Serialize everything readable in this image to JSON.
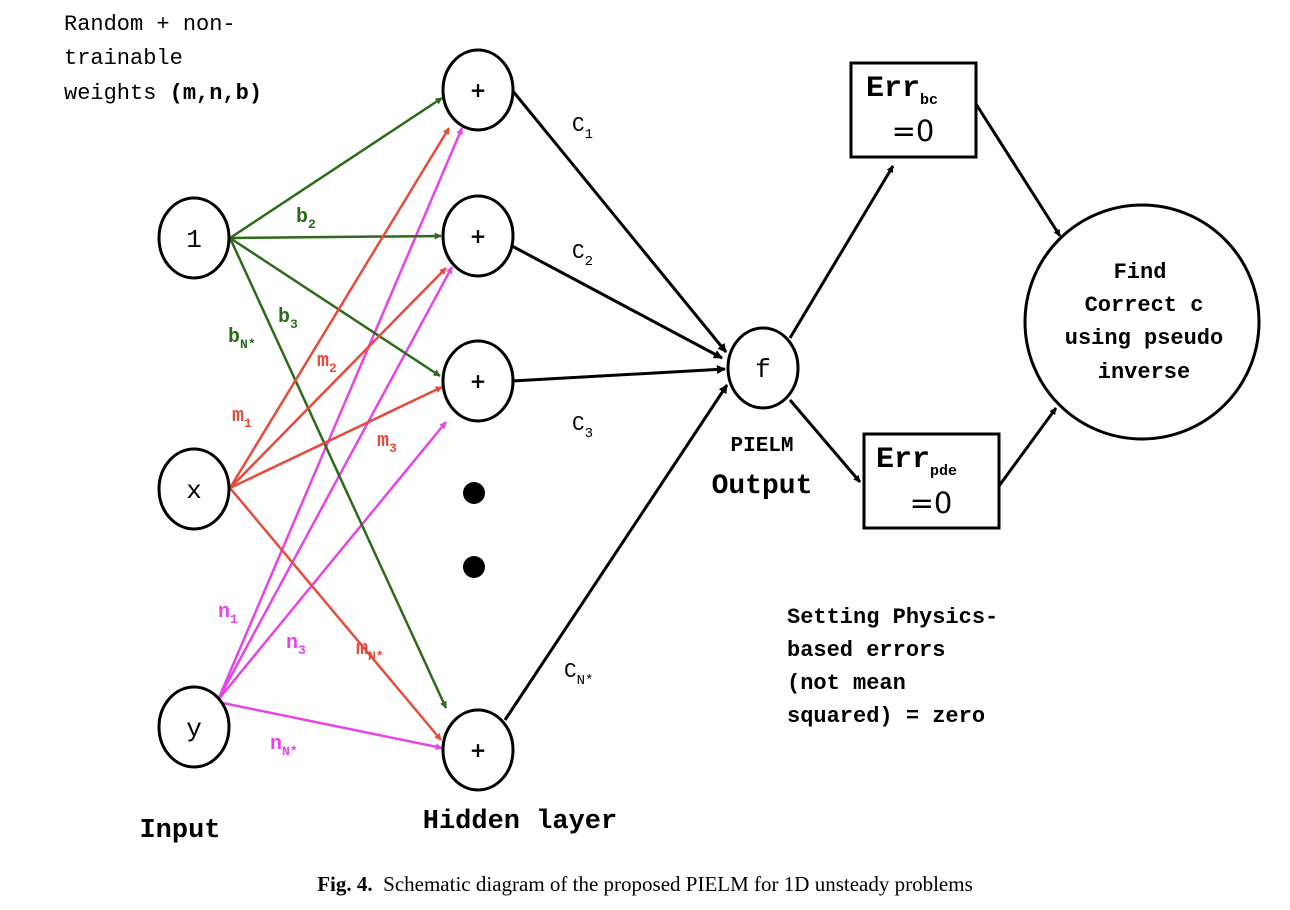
{
  "colors": {
    "bias": "#2d6b1b",
    "m_weight": "#e64b3b",
    "n_weight": "#e545e5",
    "black": "#000000"
  },
  "header_note": {
    "line1": "Random + non-",
    "line2": "trainable",
    "line3_plain": "weights ",
    "line3_bold": "(m,n,b)"
  },
  "inputs": {
    "one": "1",
    "x": "x",
    "y": "y",
    "label": "Input"
  },
  "hidden": {
    "node_symbol": "+",
    "label": "Hidden layer"
  },
  "bias_labels": [
    {
      "base": "b",
      "sub": "2"
    },
    {
      "base": "b",
      "sub": "3"
    },
    {
      "base": "b",
      "sub": "N*"
    }
  ],
  "m_labels": [
    {
      "base": "m",
      "sub": "1"
    },
    {
      "base": "m",
      "sub": "2"
    },
    {
      "base": "m",
      "sub": "3"
    },
    {
      "base": "m",
      "sub": "N*"
    }
  ],
  "n_labels": [
    {
      "base": "n",
      "sub": "1"
    },
    {
      "base": "n",
      "sub": "3"
    },
    {
      "base": "n",
      "sub": "N*"
    }
  ],
  "c_labels": [
    {
      "base": "C",
      "sub": "1"
    },
    {
      "base": "C",
      "sub": "2"
    },
    {
      "base": "C",
      "sub": "3"
    },
    {
      "base": "C",
      "sub": "N*"
    }
  ],
  "output": {
    "node": "f",
    "label1": "PIELM",
    "label2": "Output"
  },
  "err_bc": {
    "base": "Err",
    "sub": "bc",
    "value": "=0"
  },
  "err_pde": {
    "base": "Err",
    "sub": "pde",
    "value": "=0"
  },
  "solver": {
    "line1": "Find",
    "line2": "Correct c",
    "line3": "using pseudo",
    "line4": "inverse"
  },
  "note": {
    "line1": "Setting Physics-",
    "line2": "based errors",
    "line3": "(not mean",
    "line4": "squared) = zero"
  },
  "caption": {
    "fig": "Fig. 4.",
    "text": "Schematic diagram of the proposed PIELM for 1D unsteady problems"
  }
}
